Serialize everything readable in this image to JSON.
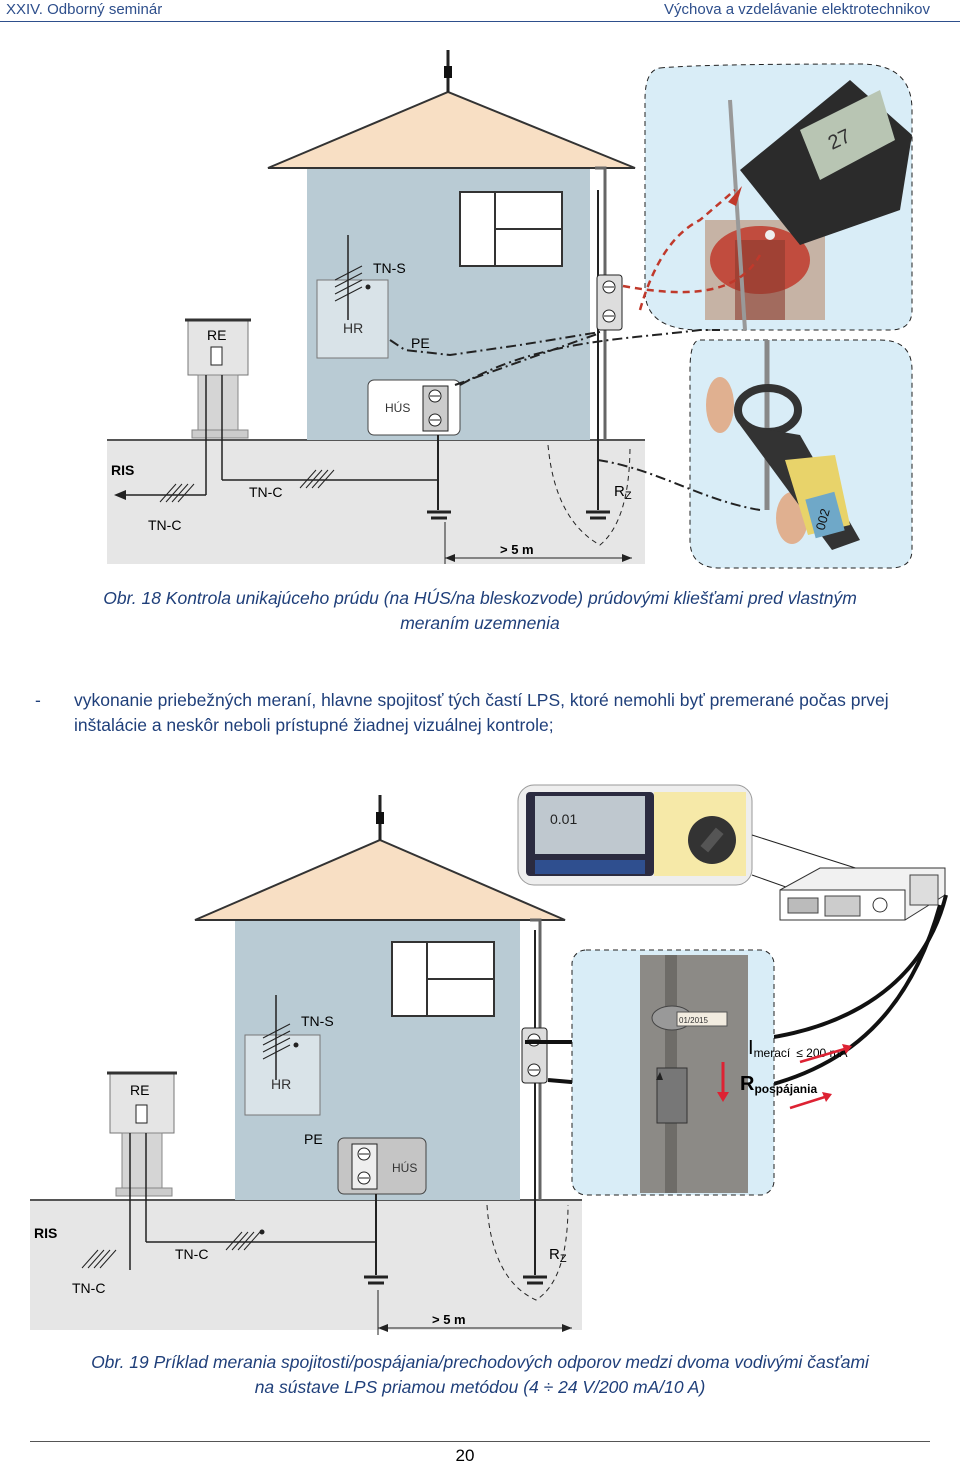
{
  "header": {
    "left": "XXIV. Odborný seminár",
    "right": "Výchova a vzdelávanie elektrotechnikov"
  },
  "figure1": {
    "labels": {
      "tns": "TN-S",
      "re": "RE",
      "hr": "HR",
      "pe": "PE",
      "hus": "HÚS",
      "ris": "RIS",
      "tnc_mid": "TN-C",
      "tnc_low": "TN-C",
      "rz": "R",
      "rz_sub": "Z",
      "dist": "> 5 m"
    },
    "caption_line1": "Obr. 18 Kontrola unikajúceho prúdu (na HÚS/na bleskozvode) prúdovými kliešťami pred vlastným",
    "caption_line2": "meraním uzemnenia",
    "clamp1_display": "27",
    "clamp2_display": "002"
  },
  "bullet": {
    "dash": "-",
    "text": "vykonanie priebežných meraní, hlavne spojitosť tých častí LPS, ktoré nemohli byť premerané počas prvej inštalácie a neskôr neboli prístupné žiadnej vizuálnej kontrole;"
  },
  "figure2": {
    "labels": {
      "tns": "TN-S",
      "re": "RE",
      "hr": "HR",
      "pe": "PE",
      "hus": "HÚS",
      "ris": "RIS",
      "tnc_mid": "TN-C",
      "tnc_low": "TN-C",
      "rz": "R",
      "rz_sub": "Z",
      "dist": "> 5 m",
      "i_meas": "I",
      "i_meas_sub": "merací",
      "i_meas_val": "≤ 200 mA",
      "r_bond": "R",
      "r_bond_sub": "pospájania",
      "plate": "01/2015"
    },
    "meter_display": "0.01",
    "caption_line1": "Obr. 19 Príklad merania spojitosti/pospájania/prechodových odporov medzi dvoma vodivými časťami",
    "caption_line2": "na sústave LPS priamou metódou (4 ÷ 24 V/200 mA/10 A)"
  },
  "footer": {
    "page": "20"
  },
  "colors": {
    "ground": "#e6e6e6",
    "wall": "#b9cbd4",
    "roof": "#f8dfc4",
    "callout": "#d9edf7",
    "text_blue": "#1f3f7a"
  }
}
